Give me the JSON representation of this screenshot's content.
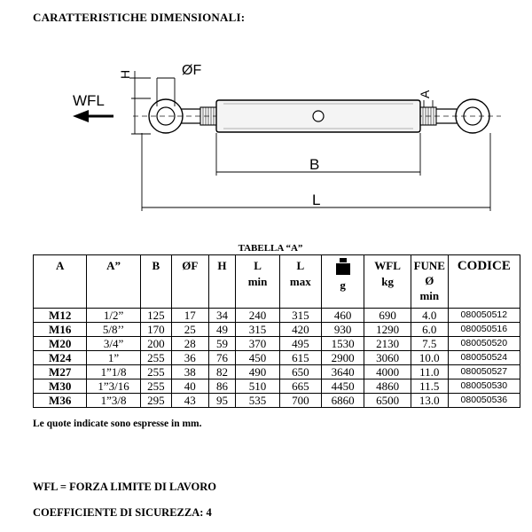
{
  "heading": "CARATTERISTICHE DIMENSIONALI:",
  "drawing": {
    "label_h": "H",
    "label_f": "ØF",
    "label_wfl": "WFL",
    "label_a": "A",
    "label_b": "B",
    "label_l": "L"
  },
  "table": {
    "caption": "TABELLA “A”",
    "headers": {
      "a": "A",
      "a_in": "A”",
      "b": "B",
      "f": "ØF",
      "h": "H",
      "l_min_1": "L",
      "l_min_2": "min",
      "l_max_1": "L",
      "l_max_2": "max",
      "g": "g",
      "wfl_1": "WFL",
      "wfl_2": "kg",
      "fune_1": "FUNE",
      "fune_2": "Ø",
      "fune_3": "min",
      "codice": "CODICE"
    },
    "rows": [
      [
        "M12",
        "1/2”",
        "125",
        "17",
        "34",
        "240",
        "315",
        "460",
        "690",
        "4.0",
        "080050512"
      ],
      [
        "M16",
        "5/8’’",
        "170",
        "25",
        "49",
        "315",
        "420",
        "930",
        "1290",
        "6.0",
        "080050516"
      ],
      [
        "M20",
        "3/4”",
        "200",
        "28",
        "59",
        "370",
        "495",
        "1530",
        "2130",
        "7.5",
        "080050520"
      ],
      [
        "M24",
        "1”",
        "255",
        "36",
        "76",
        "450",
        "615",
        "2900",
        "3060",
        "10.0",
        "080050524"
      ],
      [
        "M27",
        "1”1/8",
        "255",
        "38",
        "82",
        "490",
        "650",
        "3640",
        "4000",
        "11.0",
        "080050527"
      ],
      [
        "M30",
        "1”3/16",
        "255",
        "40",
        "86",
        "510",
        "665",
        "4450",
        "4860",
        "11.5",
        "080050530"
      ],
      [
        "M36",
        "1”3/8",
        "295",
        "43",
        "95",
        "535",
        "700",
        "6860",
        "6500",
        "13.0",
        "080050536"
      ]
    ]
  },
  "note": "Le quote indicate sono espresse in mm.",
  "footer_wfl": "WFL = FORZA LIMITE DI  LAVORO",
  "footer_coeff": "COEFFICIENTE DI SICUREZZA: 4"
}
